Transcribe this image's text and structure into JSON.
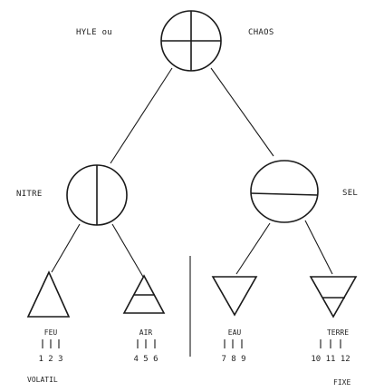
{
  "root": {
    "left_label": "HYLE ou",
    "right_label": "CHAOS"
  },
  "middle": {
    "left_label": "NITRE",
    "right_label": "SEL"
  },
  "elements": [
    {
      "label": "FEU",
      "numbers": "1 2 3",
      "symbol": "triangle-up-icon"
    },
    {
      "label": "AIR",
      "numbers": "4 5 6",
      "symbol": "triangle-up-barred-icon"
    },
    {
      "label": "EAU",
      "numbers": "7 8 9",
      "symbol": "triangle-down-icon"
    },
    {
      "label": "TERRE",
      "numbers": "10 11 12",
      "symbol": "triangle-down-barred-icon"
    }
  ],
  "footer": {
    "left_label": "VOLATIL",
    "right_label": "FIXE"
  }
}
